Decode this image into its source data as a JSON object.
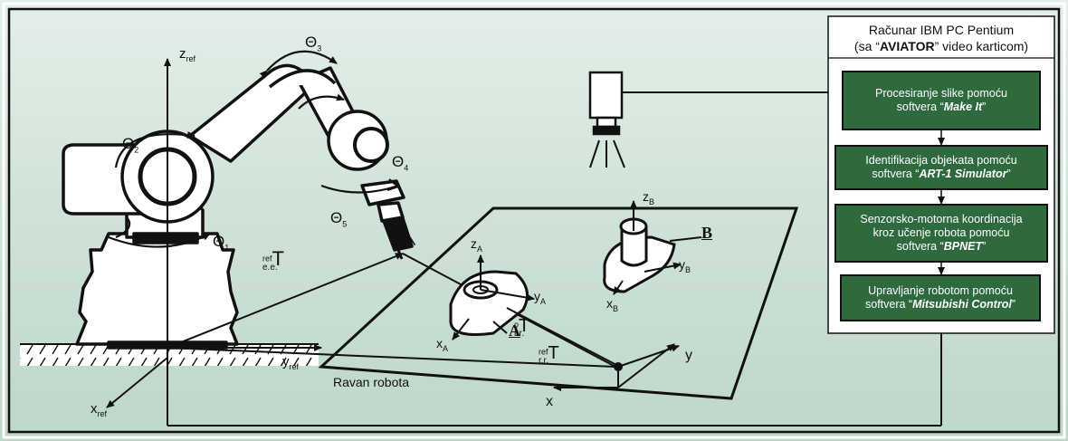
{
  "computer": {
    "line1": "Računar IBM PC Pentium",
    "line2_pre": "(sa “",
    "line2_bold": "AVIATOR",
    "line2_post": "” video karticom)"
  },
  "steps": [
    {
      "pre": "Procesiranje slike pomoću",
      "line2": "softvera “",
      "bold": "Make It",
      "post": "”"
    },
    {
      "pre": "Identifikacija objekata pomoću",
      "line2": "softvera “",
      "bold": "ART-1 Simulator",
      "post": "”"
    },
    {
      "pre": "Senzorsko-motorna koordinacija",
      "mid": "kroz učenje robota pomoću",
      "line2": "softvera “",
      "bold": "BPNET",
      "post": "”"
    },
    {
      "pre": "Upravljanje robotom pomoću",
      "line2": "softvera “",
      "bold": "Mitsubishi Control",
      "post": "”"
    }
  ],
  "labels": {
    "theta": "Θ",
    "t1": "1",
    "t2": "2",
    "t3": "3",
    "t4": "4",
    "t5": "5",
    "z": "z",
    "ref": "ref",
    "y": "y",
    "x": "x",
    "A": "A",
    "B": "B",
    "T": "T",
    "ee": "e.e.",
    "o": "o",
    "rr": "r.r.",
    "plane": "Ravan robota"
  }
}
